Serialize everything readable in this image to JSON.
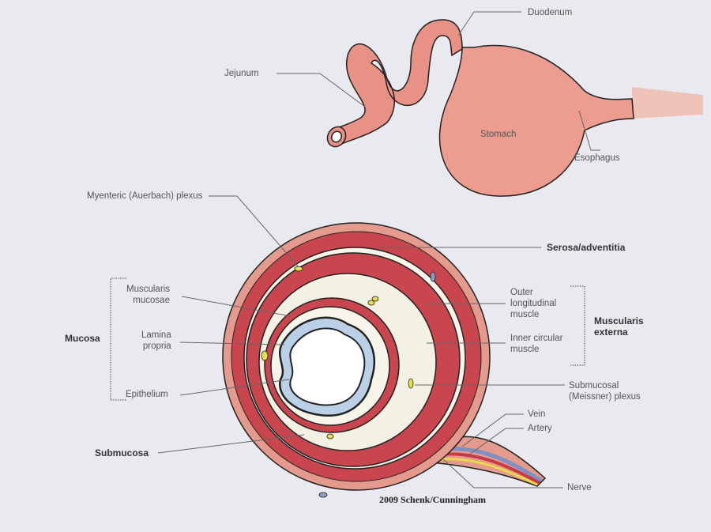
{
  "labels": {
    "duodenum": "Duodenum",
    "jejunum": "Jejunum",
    "stomach": "Stomach",
    "esophagus": "Esophagus",
    "myenteric_plexus": "Myenteric (Auerbach) plexus",
    "serosa": "Serosa/adventitia",
    "muscularis_mucosae": "Muscularis\nmucosae",
    "mucosa": "Mucosa",
    "lamina_propria": "Lamina\npropria",
    "epithelium": "Epithelium",
    "outer_longitudinal": "Outer\nlongitudinal\nmuscle",
    "inner_circular": "Inner circular\nmuscle",
    "muscularis_externa": "Muscularis\nexterna",
    "submucosal_plexus": "Submucosal\n(Meissner) plexus",
    "submucosa": "Submucosa",
    "vein": "Vein",
    "artery": "Artery",
    "nerve": "Nerve"
  },
  "credit": "2009 Schenk/Cunningham",
  "colors": {
    "muscle": "#c9464f",
    "serosa": "#e59a8e",
    "submucosa": "#f3f1e4",
    "epithelium": "#b9d0e6",
    "stomach": "#ec9d8f"
  }
}
